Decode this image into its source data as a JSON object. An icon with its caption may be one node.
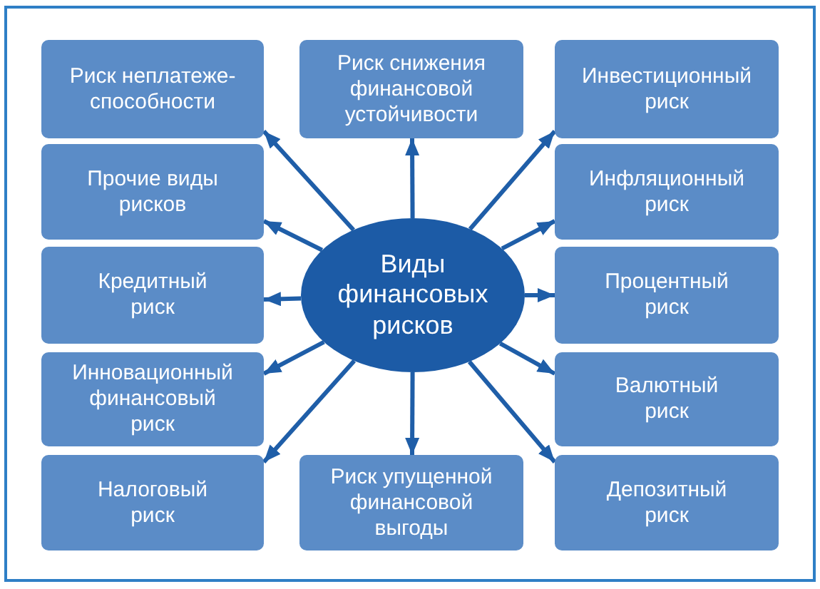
{
  "diagram": {
    "nodes": [
      {
        "text": [
          "Риск неплатеже-способности"
        ]
      },
      {
        "text": [
          "Риск снижения финансовой устойчивости"
        ]
      },
      {
        "text": [
          "Инвестиционный риск"
        ]
      },
      {
        "text": [
          "Прочие виды рисков"
        ]
      },
      {
        "text": [
          "Инфляционный риск"
        ]
      },
      {
        "text": [
          "Кредитный риск"
        ]
      },
      {
        "text": [
          "Виды финансовых рисков"
        ]
      },
      {
        "text": [
          "Процентный риск"
        ]
      },
      {
        "text": [
          "Инновационный финансовый риск"
        ]
      },
      {
        "text": [
          "Валютный риск"
        ]
      },
      {
        "text": [
          "Налоговый риск"
        ]
      },
      {
        "text": [
          "Риск упущенной финансовой выгоды"
        ]
      },
      {
        "text": [
          "Депозитный риск"
        ]
      }
    ],
    "edges": [
      {
        "from": 6,
        "to": 0,
        "arrow": "to"
      },
      {
        "from": 6,
        "to": 1,
        "arrow": "to"
      },
      {
        "from": 6,
        "to": 2,
        "arrow": "to"
      },
      {
        "from": 6,
        "to": 3,
        "arrow": "to"
      },
      {
        "from": 6,
        "to": 4,
        "arrow": "to"
      },
      {
        "from": 6,
        "to": 5,
        "arrow": "to"
      },
      {
        "from": 6,
        "to": 7,
        "arrow": "to"
      },
      {
        "from": 6,
        "to": 8,
        "arrow": "to"
      },
      {
        "from": 6,
        "to": 9,
        "arrow": "to"
      },
      {
        "from": 6,
        "to": 10,
        "arrow": "to"
      },
      {
        "from": 6,
        "to": 11,
        "arrow": "to"
      },
      {
        "from": 6,
        "to": 12,
        "arrow": "to"
      }
    ]
  }
}
